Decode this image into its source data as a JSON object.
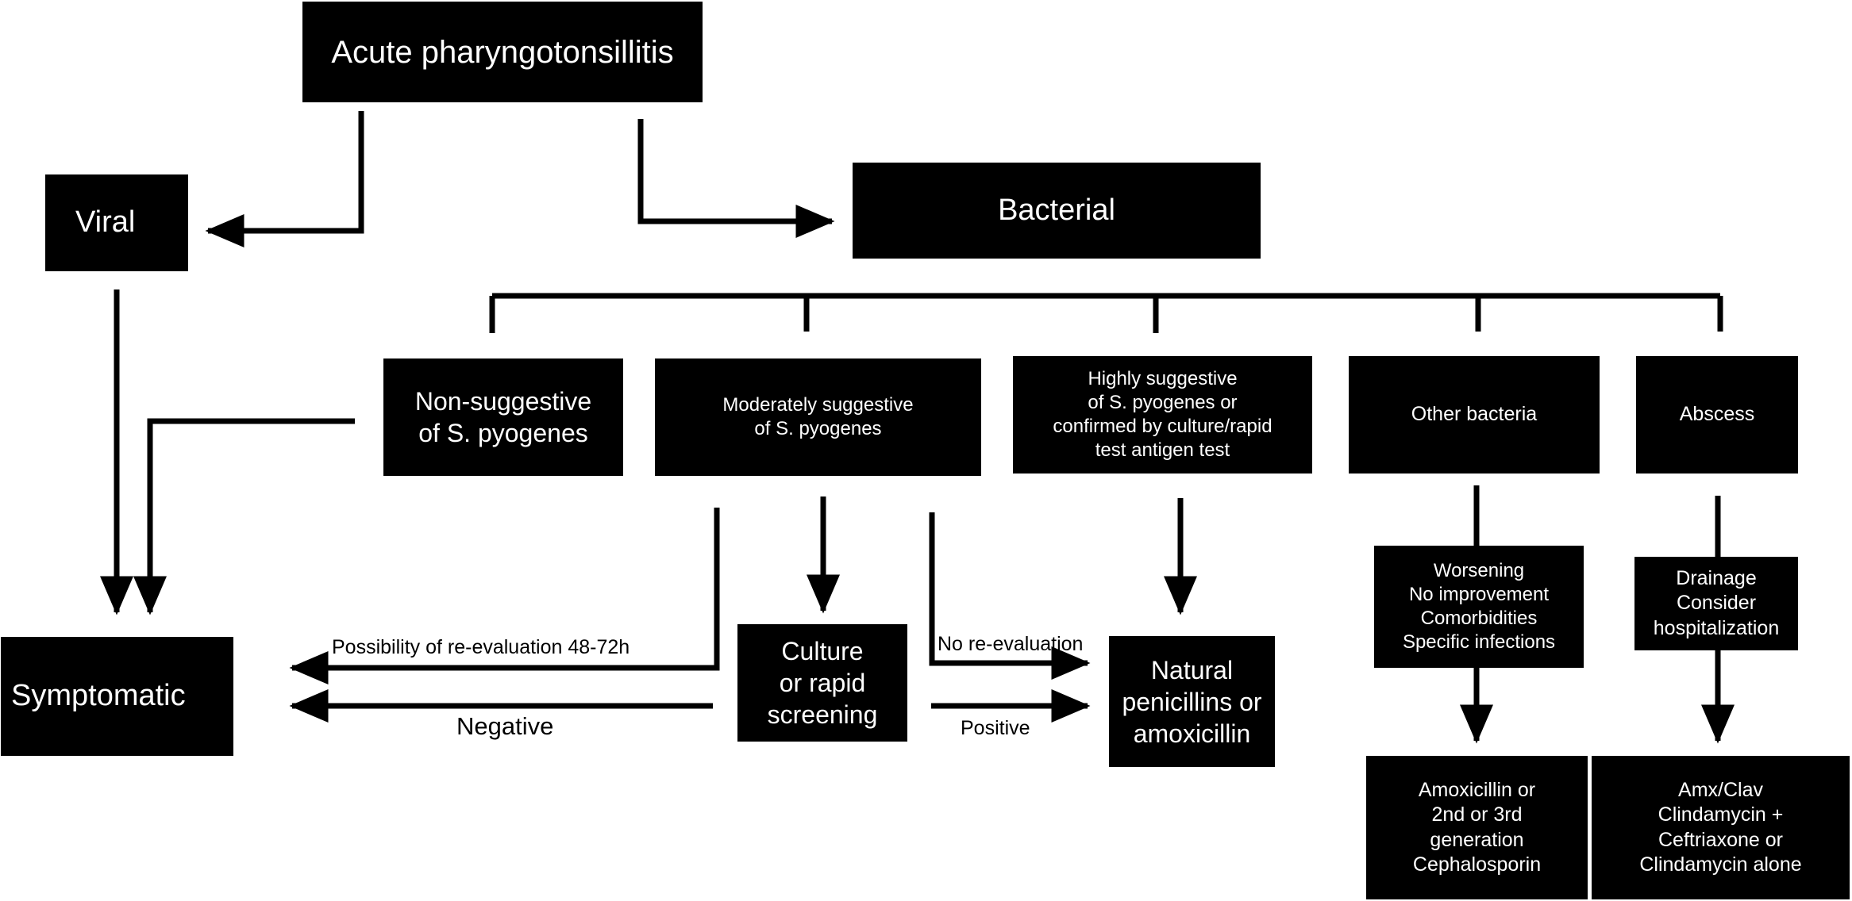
{
  "nodes": {
    "root": "Acute pharyngotonsillitis",
    "viral": "Viral",
    "bacterial": "Bacterial",
    "non_suggestive": "Non-suggestive\nof S. pyogenes",
    "moderately": "Moderately suggestive\nof S. pyogenes",
    "highly": "Highly suggestive\nof S. pyogenes or\nconfirmed by culture/rapid\ntest antigen test",
    "other_bacteria": "Other bacteria",
    "abscess": "Abscess",
    "symptomatic": "Symptomatic",
    "culture": "Culture\nor rapid\nscreening",
    "penicillins": "Natural\npenicillins or\namoxicillin",
    "worsening": "Worsening\nNo improvement\nComorbidities\nSpecific infections",
    "amoxicillin": "Amoxicillin or\n2nd or 3rd\ngeneration\nCephalosporin",
    "drainage": "Drainage\nConsider\nhospitalization",
    "amx_clav": "Amx/Clav\nClindamycin +\nCeftriaxone or\nClindamycin alone"
  },
  "edge_labels": {
    "reevaluation": "Possibility of re-evaluation 48-72h",
    "negative": "Negative",
    "no_reevaluation": "No re-evaluation",
    "positive": "Positive"
  },
  "colors": {
    "box_fill": "#000000",
    "box_text": "#ffffff",
    "line": "#000000",
    "background": "#ffffff"
  }
}
